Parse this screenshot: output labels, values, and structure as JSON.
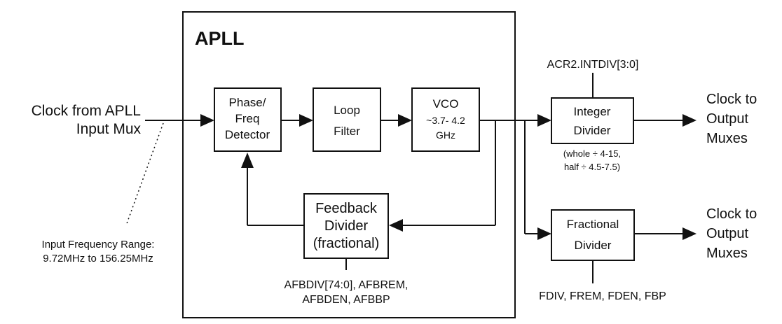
{
  "apll_title": "APLL",
  "input": {
    "line1": "Clock from APLL",
    "line2": "Input Mux"
  },
  "input_range": {
    "line1": "Input Frequency Range:",
    "line2": "9.72MHz to 156.25MHz"
  },
  "pfd": {
    "line1": "Phase/",
    "line2": "Freq",
    "line3": "Detector"
  },
  "loop_filter": {
    "line1": "Loop",
    "line2": "Filter"
  },
  "vco": {
    "line1": "VCO",
    "line2": "~3.7- 4.2",
    "line3": "GHz"
  },
  "feedback": {
    "line1": "Feedback",
    "line2": "Divider",
    "line3": "(fractional)",
    "reg_line1": "AFBDIV[74:0], AFBREM,",
    "reg_line2": "AFBDEN, AFBBP"
  },
  "integer_divider": {
    "line1": "Integer",
    "line2": "Divider",
    "reg": "ACR2.INTDIV[3:0]",
    "note_line1": "(whole ÷ 4-15,",
    "note_line2": "half ÷ 4.5-7.5)"
  },
  "fractional_divider": {
    "line1": "Fractional",
    "line2": "Divider",
    "reg": "FDIV, FREM, FDEN, FBP"
  },
  "output_top": {
    "line1": "Clock to",
    "line2": "Output",
    "line3": "Muxes"
  },
  "output_bottom": {
    "line1": "Clock to",
    "line2": "Output",
    "line3": "Muxes"
  },
  "colors": {
    "stroke": "#111111",
    "fill": "#ffffff",
    "text": "#111111"
  }
}
